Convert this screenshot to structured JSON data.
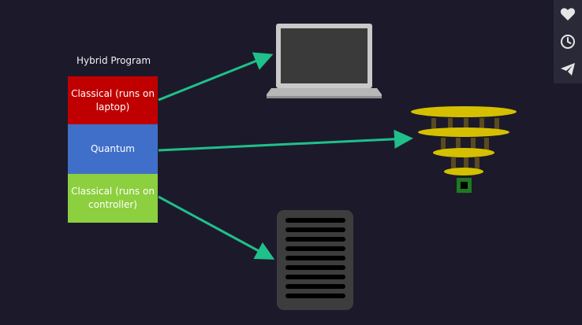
{
  "program": {
    "title": "Hybrid Program",
    "blocks": [
      {
        "label": "Classical (runs on laptop)",
        "color": "#c00000"
      },
      {
        "label": "Quantum",
        "color": "#3f6fc8"
      },
      {
        "label": "Classical (runs on controller)",
        "color": "#8ccf3f"
      }
    ]
  },
  "colors": {
    "background": "#1c1a2a",
    "arrow": "#1fc08a",
    "laptop_body": "#c9c9c9",
    "laptop_screen": "#3a3a3a",
    "fridge_gold": "#d4c000",
    "fridge_wire": "#5a4a20",
    "chip_green": "#1e7a1e",
    "controller_body": "#3d3d3d"
  },
  "side_actions": [
    {
      "icon": "heart-icon",
      "label": "Like"
    },
    {
      "icon": "clock-icon",
      "label": "Watch later"
    },
    {
      "icon": "paper-plane-icon",
      "label": "Share"
    }
  ]
}
